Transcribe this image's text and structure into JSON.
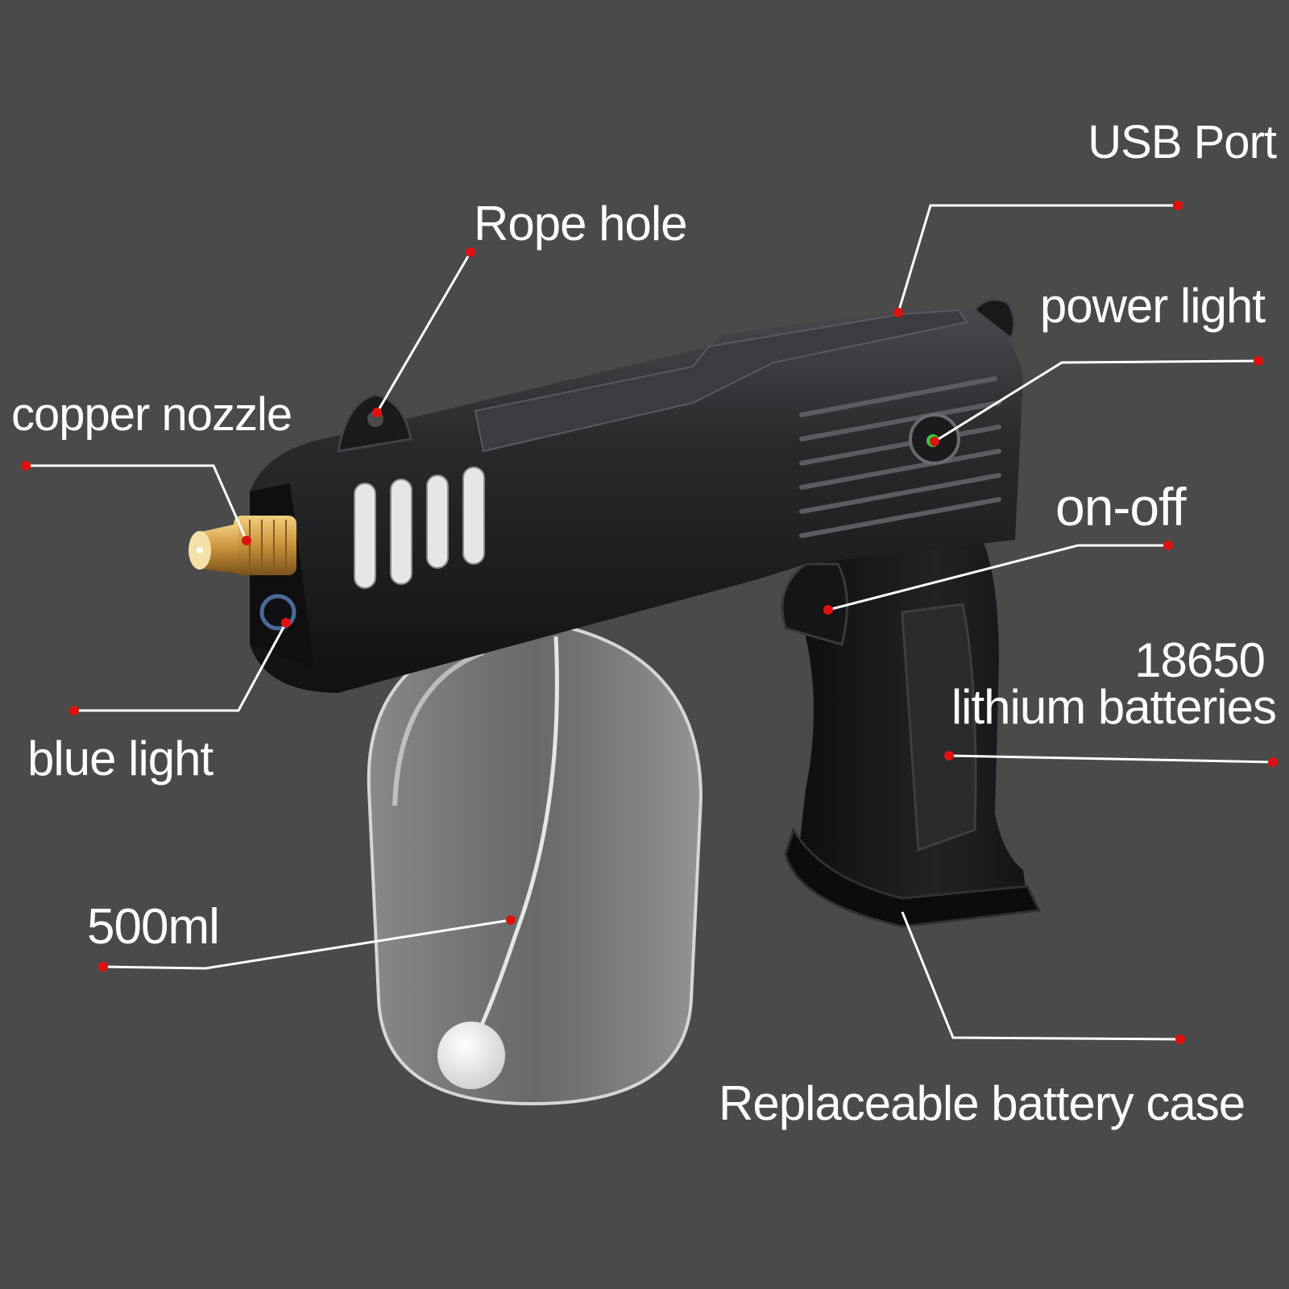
{
  "labels": {
    "usb_port": "USB Port",
    "rope_hole": "Rope hole",
    "power_light": "power light",
    "copper_nozzle": "copper nozzle",
    "on_off": "on-off",
    "battery_line1": "18650",
    "battery_line2": "lithium batteries",
    "blue_light": "blue light",
    "capacity": "500ml",
    "battery_case": "Replaceable battery case"
  },
  "colors": {
    "background": "#4a4a4a",
    "label_text": "#ffffff",
    "leader_line": "#ffffff",
    "marker_dot": "#e01010",
    "body": "#1c1c1e",
    "body_highlight": "#3a3a3d",
    "nozzle": "#c8923a",
    "bottle": "#9a9a9a"
  }
}
